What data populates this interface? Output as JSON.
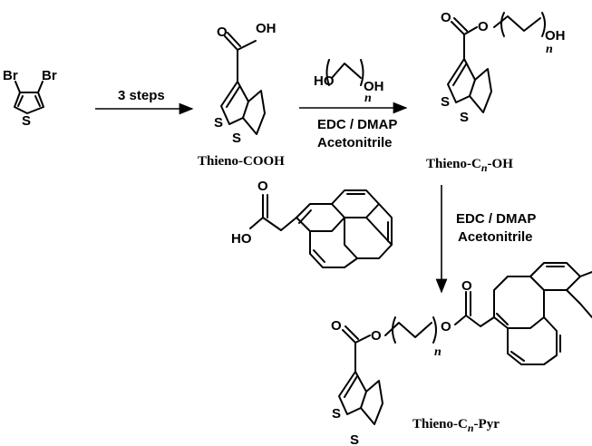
{
  "reagents": {
    "step1": "3 steps",
    "step2_line1": "EDC / DMAP",
    "step2_line2": "Acetonitrile",
    "step3_line1": "EDC / DMAP",
    "step3_line2": "Acetonitrile"
  },
  "atoms": {
    "br": "Br",
    "s": "S",
    "o": "O",
    "oh": "OH",
    "ho": "HO",
    "n": "n"
  },
  "labels": {
    "thieno_cooh": "Thieno-COOH",
    "thieno_prefix": "Thieno-C",
    "n_italic": "n",
    "oh_suffix": "-OH",
    "pyr_suffix": "-Pyr"
  }
}
